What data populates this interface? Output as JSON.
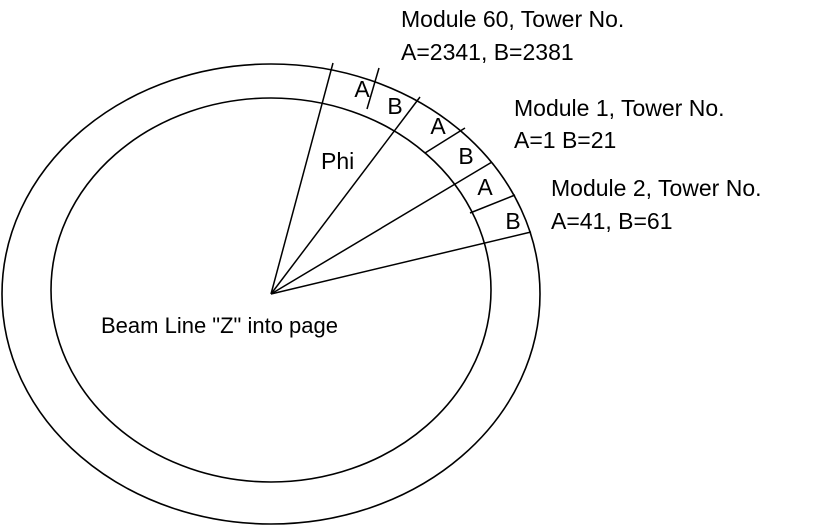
{
  "diagram": {
    "stroke_color": "#000000",
    "background": "#ffffff",
    "modules": [
      {
        "line1": "Module 60, Tower No.",
        "line2": "A=2341, B=2381"
      },
      {
        "line1": "Module 1, Tower No.",
        "line2": "A=1 B=21"
      },
      {
        "line1": "Module 2, Tower No.",
        "line2": "A=41, B=61"
      }
    ],
    "segments": [
      "A",
      "B",
      "A",
      "B",
      "A",
      "B"
    ],
    "phi_label": "Phi",
    "beam_label": "Beam Line \"Z\" into page"
  }
}
